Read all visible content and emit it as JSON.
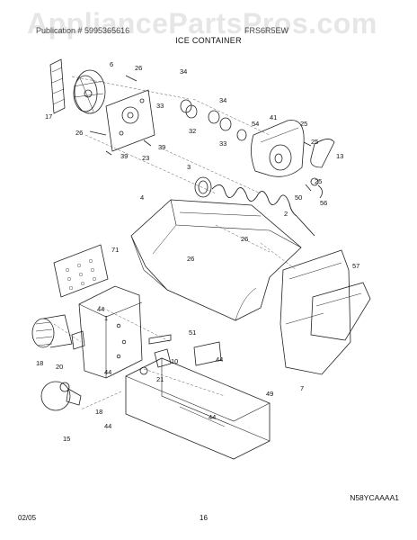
{
  "watermark": "AppliancePartsPros.com",
  "header": {
    "left_text": "Publication # 5995365616",
    "right_text": "FRS6R5EW",
    "title": "ICE CONTAINER"
  },
  "callouts": {
    "p1": "1",
    "p2": "2",
    "p3": "3",
    "p4": "4",
    "p6": "6",
    "p7": "7",
    "p10": "10",
    "p13": "13",
    "p15": "15",
    "p17": "17",
    "p18a": "18",
    "p18b": "18",
    "p20": "20",
    "p21": "21",
    "p23": "23",
    "p25a": "25",
    "p25b": "25",
    "p25c": "25",
    "p26a": "26",
    "p26b": "26",
    "p26c": "26",
    "p26d": "26",
    "p32": "32",
    "p33a": "33",
    "p33b": "33",
    "p34a": "34",
    "p34b": "34",
    "p39a": "39",
    "p39b": "39",
    "p41": "41",
    "p44a": "44",
    "p44b": "44",
    "p44c": "44",
    "p44d": "44",
    "p44e": "44",
    "p49": "49",
    "p50": "50",
    "p51": "51",
    "p54": "54",
    "p56": "56",
    "p57": "57",
    "p71": "71"
  },
  "diagram_code": "N58YCAAAA1",
  "footer": {
    "date": "02/05",
    "page": "16"
  }
}
